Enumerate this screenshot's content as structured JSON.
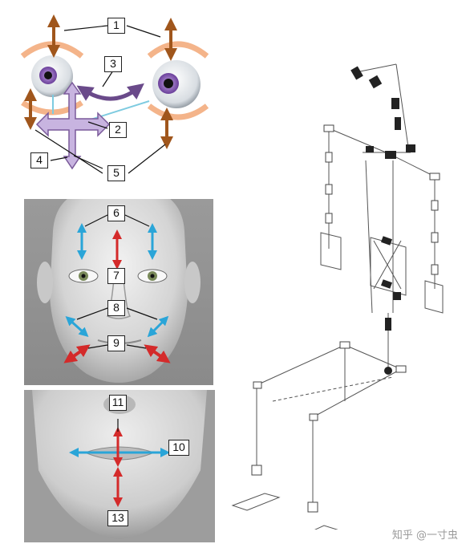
{
  "labels": {
    "l1": "1",
    "l2": "2",
    "l3": "3",
    "l4": "4",
    "l5": "5",
    "l6": "6",
    "l7": "7",
    "l8": "8",
    "l9": "9",
    "l10": "10",
    "l11": "11",
    "l13": "13"
  },
  "watermark": "知乎 @一寸虫",
  "colors": {
    "brown": "#a0561c",
    "purple": "#7a5a9a",
    "light_purple": "#c8b4e0",
    "blue": "#2aa5d8",
    "red": "#d42a2a",
    "orange": "#f4b48a"
  }
}
